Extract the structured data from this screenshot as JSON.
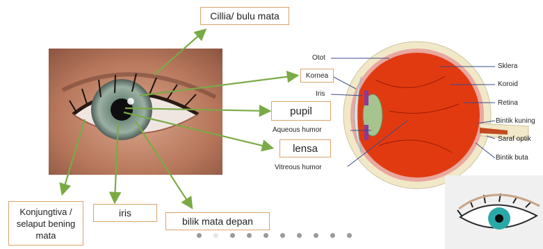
{
  "photo_labels": {
    "cillia": "Cillia/ bulu mata",
    "pupil": "pupil",
    "lensa": "lensa",
    "konjungtiva": "Konjungtiva /\nselaput bening\nmata",
    "iris": "iris",
    "bilik": "bilik mata depan"
  },
  "anatomy_labels": {
    "otot": "Otot",
    "kornea": "Kornea",
    "iris": "Iris",
    "aqueous": "Aqueous humor",
    "vitreous": "Vitreous humor",
    "sklera": "Sklera",
    "koroid": "Koroid",
    "retina": "Retina",
    "bintik_kuning": "Bintik kuning",
    "saraf_optik": "Saraf optik",
    "bintik_buta": "Bintik buta"
  },
  "colors": {
    "arrow": "#7aaa45",
    "box_border": "#d8a26a",
    "leader": "#3a4a8a",
    "eyeball_red": "#e23a10",
    "sclera_cream": "#f1e8c8"
  },
  "slideshow": {
    "dot_count": 10,
    "active_index": 1
  }
}
